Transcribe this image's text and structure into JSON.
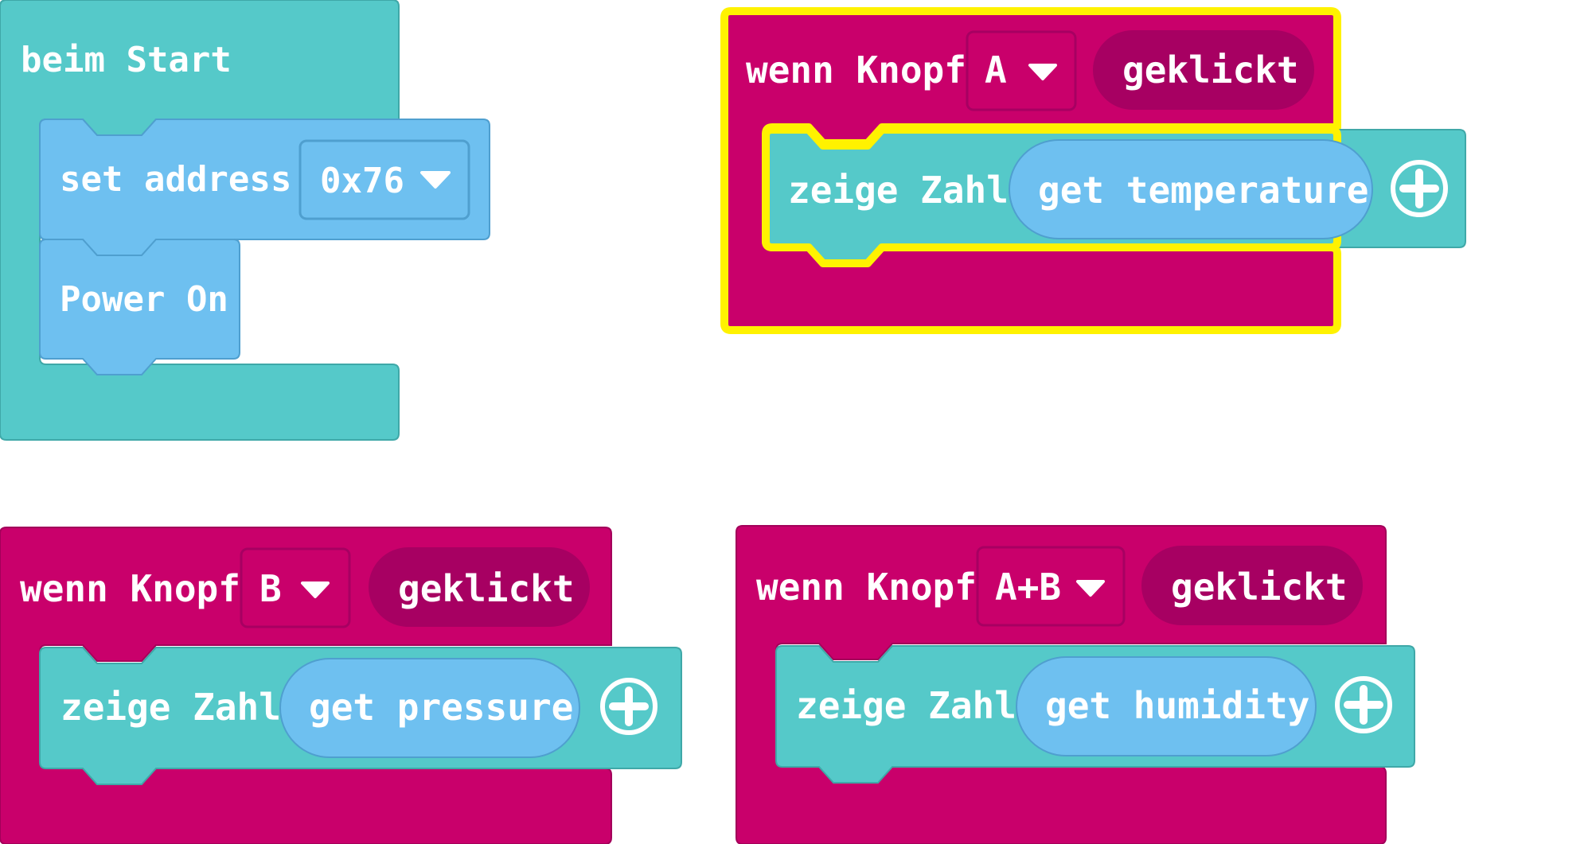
{
  "colors": {
    "event": "#c9006b",
    "event_stroke": "#a3005a",
    "event_dark": "#a70062",
    "basic": "#55c9c9",
    "basic_stroke": "#3fa8a8",
    "sensor": "#6ec0f0",
    "sensor_stroke": "#4f9fcf",
    "highlight": "#fff200",
    "text": "#ffffff"
  },
  "blocks": {
    "on_start": {
      "label": "beim Start",
      "set_address": {
        "label": "set address",
        "value": "0x76",
        "icon": "chevron-down-icon"
      },
      "power_on": {
        "label": "Power On"
      }
    },
    "button_a": {
      "label": "wenn Knopf",
      "button": "A",
      "event": "geklickt",
      "highlighted": true,
      "show": {
        "label": "zeige Zahl",
        "reporter": "get temperature",
        "add_icon": "plus-circle-icon"
      }
    },
    "button_b": {
      "label": "wenn Knopf",
      "button": "B",
      "event": "geklickt",
      "show": {
        "label": "zeige Zahl",
        "reporter": "get pressure",
        "add_icon": "plus-circle-icon"
      }
    },
    "button_ab": {
      "label": "wenn Knopf",
      "button": "A+B",
      "event": "geklickt",
      "show": {
        "label": "zeige Zahl",
        "reporter": "get humidity",
        "add_icon": "plus-circle-icon"
      }
    }
  }
}
